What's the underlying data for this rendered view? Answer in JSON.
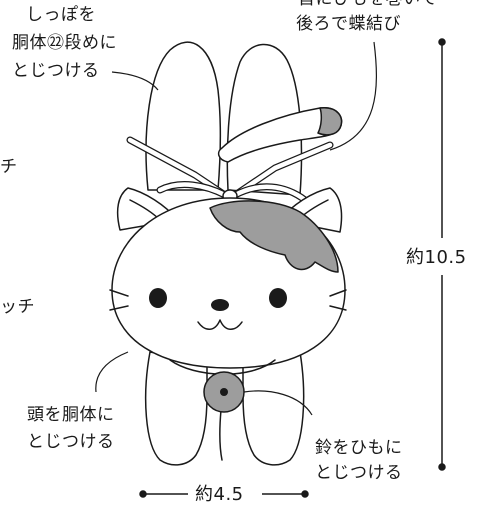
{
  "labels": {
    "tail_line1": "しっぽを",
    "tail_line2": "胴体㉒段めに",
    "tail_line3": "とじつける",
    "ribbon_line1": "首にひもを巻いて",
    "ribbon_line2": "後ろで蝶結び",
    "height": "約10.5",
    "width": "約4.5",
    "head_line1": "頭を胴体に",
    "head_line2": "とじつける",
    "bell_line1": "鈴をひもに",
    "bell_line2": "とじつける",
    "cut_left_1": "チ",
    "cut_left_2": "ッチ"
  },
  "colors": {
    "line": "#1a1a1a",
    "spot": "#9d9d9d",
    "ribbon": "#ffffff",
    "background": "#ffffff"
  }
}
